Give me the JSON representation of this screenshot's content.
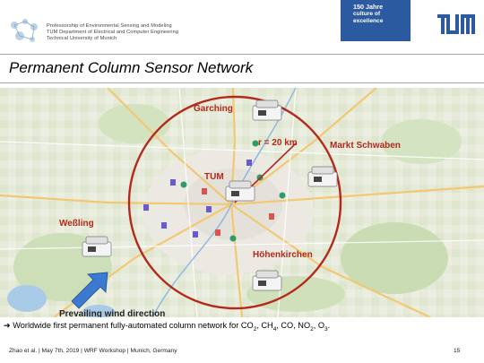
{
  "header": {
    "chair_lines": [
      "Professorship of Environmental Sensing and Modeling",
      "TUM Department of Electrical and Computer Engineering",
      "Technical University of Munich"
    ],
    "badge_lines": [
      "150 Jahre",
      "culture of",
      "excellence"
    ],
    "colors": {
      "badge": "#2c5aa0",
      "tum_blue": "#2c5aa0"
    }
  },
  "slide": {
    "title": "Permanent Column Sensor Network"
  },
  "map": {
    "labels": {
      "garching": "Garching",
      "radius": "r = 20 km",
      "markt_schwaben": "Markt Schwaben",
      "tum": "TUM",
      "wessling": "Weßling",
      "hoehenkirchen": "Höhenkirchen",
      "wind": "Prevailing wind direction"
    },
    "colors": {
      "circle": "#b42a1a",
      "label": "#b32a1c",
      "arrow": "#3c79d0"
    }
  },
  "note": {
    "arrow": "➔",
    "text": "Worldwide first permanent fully-automated column network for CO",
    "co2_sub": "2",
    "sep1": ", CH",
    "ch4_sub": "4",
    "sep2": ", CO, NO",
    "no2_sub": "2",
    "sep3": ", O",
    "o3_sub": "3",
    "end": "."
  },
  "footer": {
    "citation": "Zhao et al. | May 7th, 2019 | WRF Workshop | Munich, Germany",
    "page": "15"
  }
}
